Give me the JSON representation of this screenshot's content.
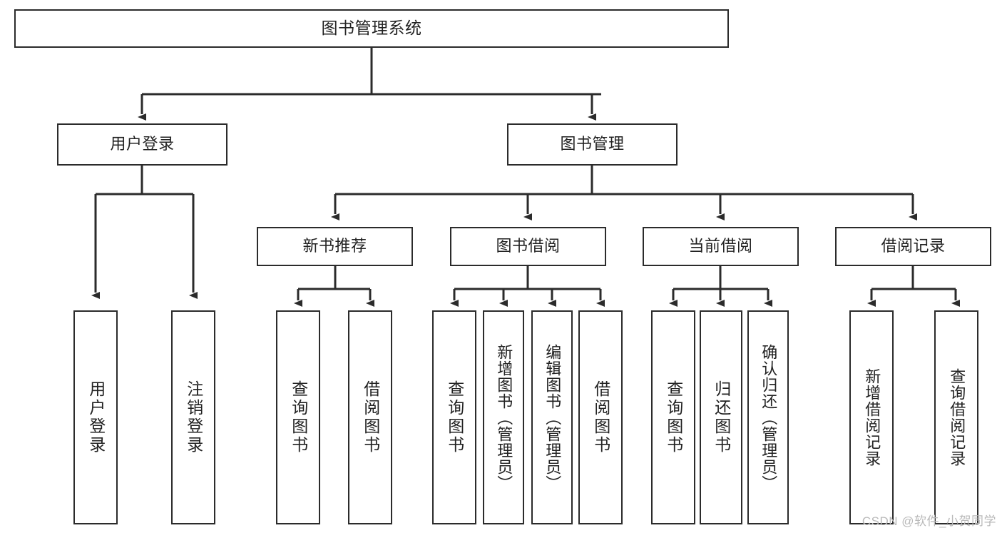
{
  "diagram": {
    "title": "图书管理系统",
    "type": "tree-hierarchy",
    "watermark": "CSDN @软件_小贺同学",
    "colors": {
      "box_border": "#2b2b2b",
      "box_fill": "#ffffff",
      "connector": "#2b2b2b",
      "text": "#222222",
      "watermark": "#b9b9b9",
      "background": "#ffffff"
    }
  },
  "nodes": {
    "root": {
      "label": "图书管理系统"
    },
    "level1": [
      {
        "id": "user-login",
        "label": "用户登录"
      },
      {
        "id": "book-manage",
        "label": "图书管理"
      }
    ],
    "level2": [
      {
        "id": "new-book-recommend",
        "label": "新书推荐"
      },
      {
        "id": "book-borrow",
        "label": "图书借阅"
      },
      {
        "id": "current-borrow",
        "label": "当前借阅"
      },
      {
        "id": "borrow-record",
        "label": "借阅记录"
      }
    ],
    "leaves": {
      "user_login": [
        {
          "id": "leaf-user-login",
          "label": "用户登录"
        },
        {
          "id": "leaf-logout-login",
          "label": "注销登录"
        }
      ],
      "new_book_recommend": [
        {
          "id": "leaf-query-book-1",
          "label": "查询图书"
        },
        {
          "id": "leaf-borrow-book-1",
          "label": "借阅图书"
        }
      ],
      "book_borrow": [
        {
          "id": "leaf-query-book-2",
          "label": "查询图书"
        },
        {
          "id": "leaf-add-book",
          "label": "新增图书（管理员）"
        },
        {
          "id": "leaf-edit-book",
          "label": "编辑图书（管理员）"
        },
        {
          "id": "leaf-borrow-book-2",
          "label": "借阅图书"
        }
      ],
      "current_borrow": [
        {
          "id": "leaf-query-book-3",
          "label": "查询图书"
        },
        {
          "id": "leaf-return-book",
          "label": "归还图书"
        },
        {
          "id": "leaf-confirm-return",
          "label": "确认归还（管理员）"
        }
      ],
      "borrow_record": [
        {
          "id": "leaf-add-record",
          "label": "新增借阅记录"
        },
        {
          "id": "leaf-query-record",
          "label": "查询借阅记录"
        }
      ]
    }
  }
}
